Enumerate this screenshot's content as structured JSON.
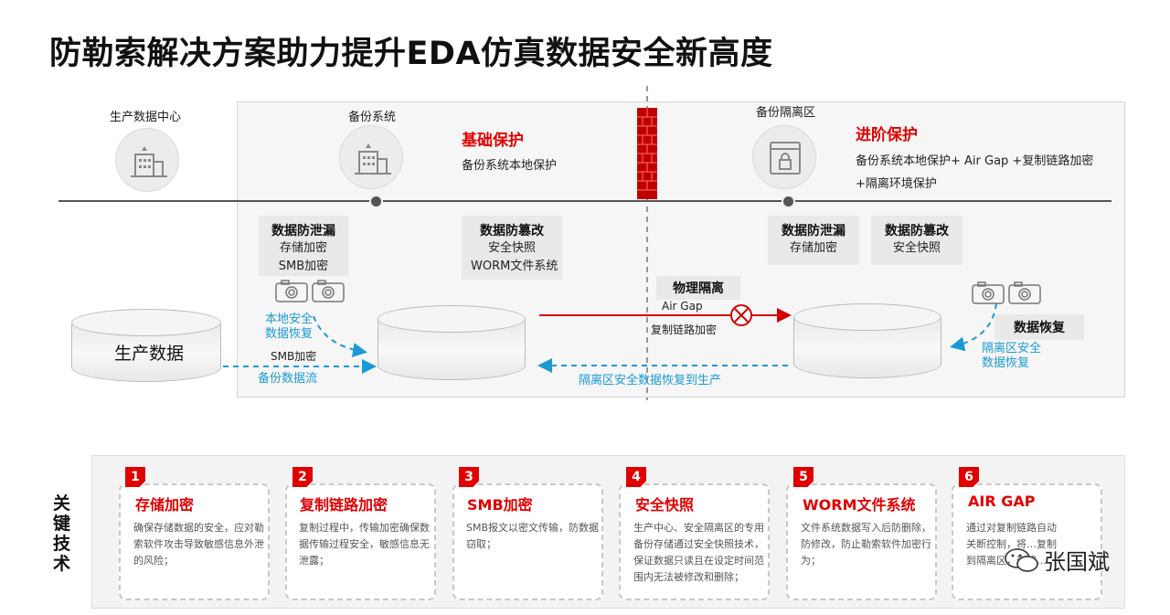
{
  "title": "防勒索解决方案助力提升EDA仿真数据安全新高度",
  "sites": {
    "prod_center": "生产数据中心",
    "backup_system": "备份系统",
    "isolation_zone": "备份隔离区"
  },
  "basic": {
    "heading": "基础保护",
    "desc": "备份系统本地保护"
  },
  "advanced": {
    "heading": "进阶保护",
    "desc_line1": "备份系统本地保护+ Air Gap +复制链路加密",
    "desc_line2": "+隔离环境保护"
  },
  "boxes": {
    "leak_left": {
      "title": "数据防泄漏",
      "line1": "存储加密",
      "line2": "SMB加密"
    },
    "tamper_mid": {
      "title": "数据防篡改",
      "line1": "安全快照",
      "line2": "WORM文件系统"
    },
    "leak_right": {
      "title": "数据防泄漏",
      "line1": "存储加密"
    },
    "tamper_right": {
      "title": "数据防篡改",
      "line1": "安全快照"
    },
    "physical": {
      "title": "物理隔离"
    },
    "restore": {
      "title": "数据恢复"
    }
  },
  "labels": {
    "prod_data": "生产数据",
    "local_restore_1": "本地安全",
    "local_restore_2": "数据恢复",
    "smb_enc": "SMB加密",
    "backup_flow": "备份数据流",
    "air_gap": "Air Gap",
    "link_enc": "复制链路加密",
    "iso_restore_prod": "隔离区安全数据恢复到生产",
    "iso_restore_1": "隔离区安全",
    "iso_restore_2": "数据恢复"
  },
  "key_label": "关键技术",
  "cards": [
    {
      "num": "1",
      "title": "存储加密",
      "text": "确保存储数据的安全，应对勒索软件攻击导致敏感信息外泄的风险；"
    },
    {
      "num": "2",
      "title": "复制链路加密",
      "text": "复制过程中，传输加密确保数据传输过程安全，敏感信息无泄露；"
    },
    {
      "num": "3",
      "title": "SMB加密",
      "text": "SMB报文以密文传输，防数据窃取；"
    },
    {
      "num": "4",
      "title": "安全快照",
      "text": "生产中心、安全隔离区的专用备份存储通过安全快照技术，保证数据只读且在设定时间范围内无法被修改和删除；"
    },
    {
      "num": "5",
      "title": "WORM文件系统",
      "text": "文件系统数据写入后防删除，防修改，防止勒索软件加密行为；"
    },
    {
      "num": "6",
      "title": "AIR GAP",
      "text": "通过对复制链路自动关断控制，将…复制到隔离区，形成…"
    }
  ],
  "watermark": "张国斌",
  "colors": {
    "accent_red": "#e00000",
    "flow_blue": "#1a9ad6"
  }
}
